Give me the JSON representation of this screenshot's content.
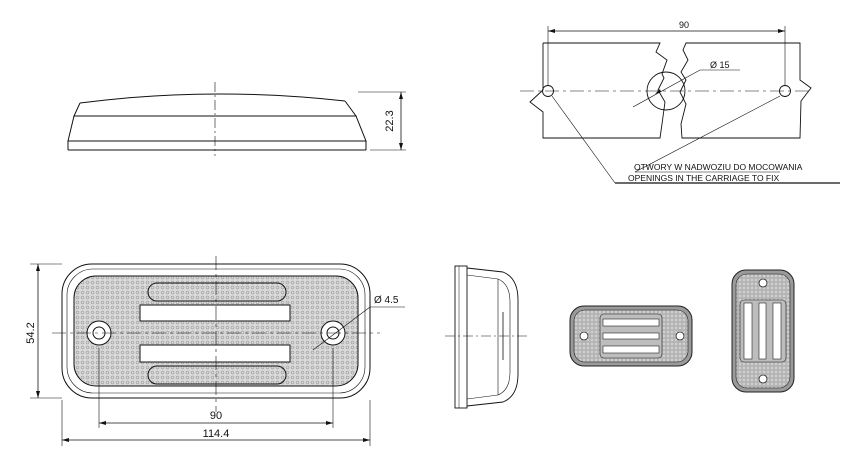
{
  "dimensions": {
    "side_height": "22.3",
    "hole_spacing_top": "90",
    "center_hole_dia": "Ø 15",
    "front_width_total": "114.4",
    "front_hole_spacing": "90",
    "front_height": "54.2",
    "mount_hole_dia": "Ø 4.5"
  },
  "notes": {
    "polish": "OTWORY W NADWOZIU DO MOCOWANIA",
    "english": "OPENINGS IN THE CARRIAGE TO FIX"
  },
  "colors": {
    "line": "#111111",
    "reflector_fill": "#cfcfcf",
    "window_fill": "#ffffff"
  }
}
